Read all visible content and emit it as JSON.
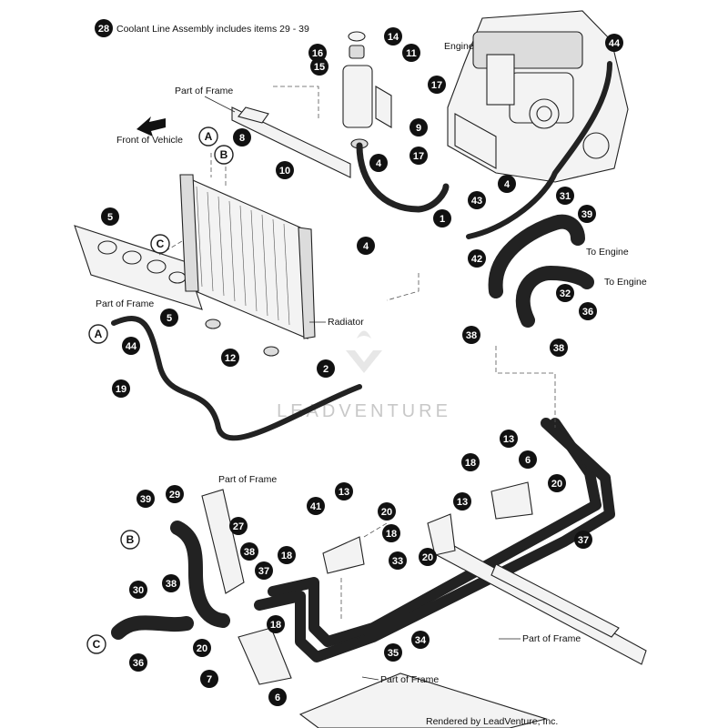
{
  "header": {
    "assembly_callout": "28",
    "assembly_text": "Coolant Line Assembly includes items 29 - 39"
  },
  "labels": {
    "engine": "Engine",
    "part_of_frame": "Part of Frame",
    "front_of_vehicle": "Front of Vehicle",
    "radiator": "Radiator",
    "to_engine": "To Engine"
  },
  "refs": [
    "A",
    "B",
    "C"
  ],
  "callouts": [
    "1",
    "2",
    "4",
    "5",
    "6",
    "7",
    "8",
    "9",
    "10",
    "11",
    "12",
    "13",
    "14",
    "15",
    "16",
    "17",
    "18",
    "19",
    "20",
    "27",
    "29",
    "30",
    "31",
    "32",
    "33",
    "34",
    "35",
    "36",
    "37",
    "38",
    "39",
    "41",
    "42",
    "43",
    "44"
  ],
  "watermark": "LEADVENTURE",
  "footer": "Rendered by LeadVenture, Inc."
}
